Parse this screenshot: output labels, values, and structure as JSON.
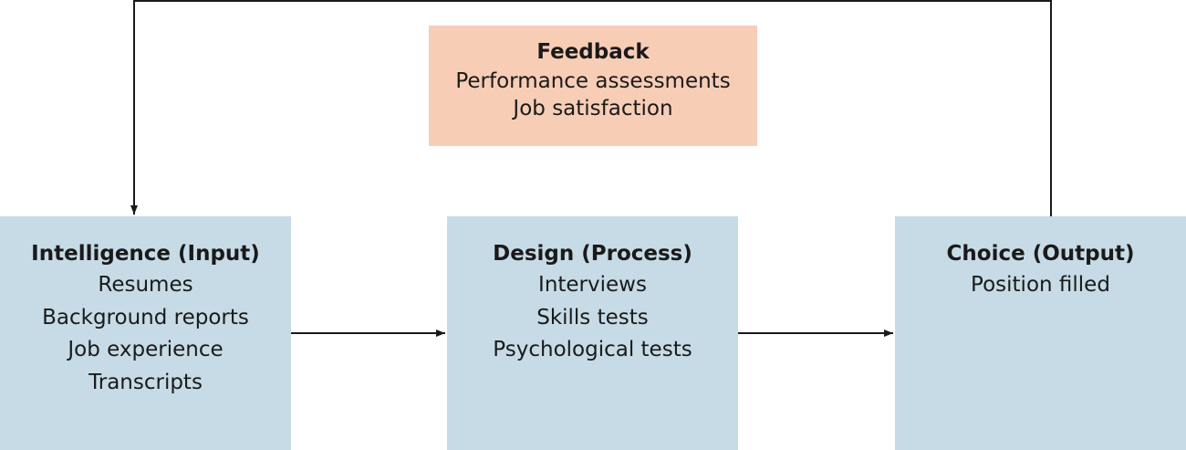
{
  "feedback": {
    "title": "Feedback",
    "items": [
      "Performance assessments",
      "Job satisfaction"
    ],
    "color": "#f7cdb6"
  },
  "stages": [
    {
      "title": "Intelligence (Input)",
      "items": [
        "Resumes",
        "Background reports",
        "Job experience",
        "Transcripts"
      ]
    },
    {
      "title": "Design (Process)",
      "items": [
        "Interviews",
        "Skills tests",
        "Psychological tests"
      ]
    },
    {
      "title": "Choice (Output)",
      "items": [
        "Position filled"
      ]
    }
  ],
  "stage_color": "#c6dbe6",
  "connector_color": "#1a1a1a"
}
